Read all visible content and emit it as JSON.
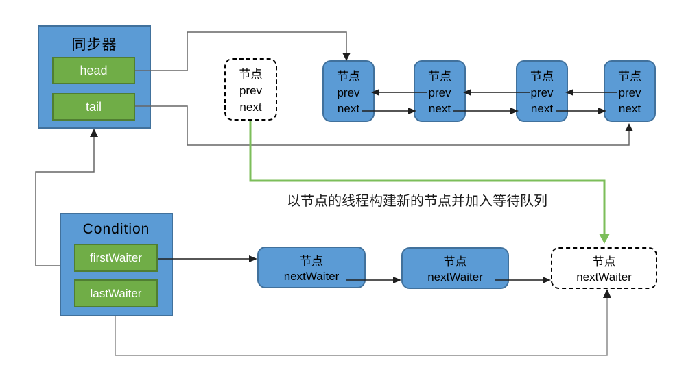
{
  "synchronizer": {
    "title": "同步器",
    "head": "head",
    "tail": "tail"
  },
  "condition": {
    "title": "Condition",
    "first": "firstWaiter",
    "last": "lastWaiter"
  },
  "sync_node": {
    "title": "节点",
    "prev": "prev",
    "next": "next"
  },
  "waiter_node": {
    "title": "节点",
    "field": "nextWaiter"
  },
  "annotation": "以节点的线程构建新的节点并加入等待队列",
  "colors": {
    "box_blue": "#5b9bd5",
    "box_blue_border": "#41719c",
    "green": "#70ad47",
    "green_border": "#507e32",
    "arrow_green": "#7cbe5a",
    "line_dark": "#1f1f1f",
    "line_mid": "#666666",
    "line_gray": "#8c8c8c",
    "text_black": "#1a1a1a"
  }
}
